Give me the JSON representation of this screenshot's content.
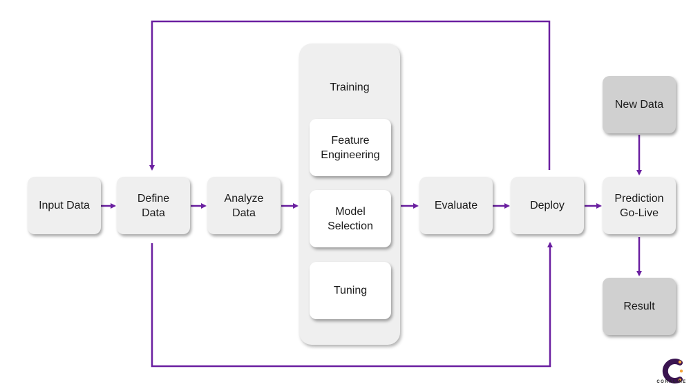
{
  "nodes": {
    "input_data": "Input Data",
    "define_data": "Define\nData",
    "analyze_data": "Analyze\nData",
    "training": "Training",
    "feature_engineering": "Feature\nEngineering",
    "model_selection": "Model\nSelection",
    "tuning": "Tuning",
    "evaluate": "Evaluate",
    "deploy": "Deploy",
    "new_data": "New Data",
    "prediction_go_live": "Prediction\nGo-Live",
    "result": "Result"
  },
  "logo": {
    "text": "CORALINE",
    "icon": "coraline-logo-icon"
  },
  "colors": {
    "arrow": "#6a1fa0",
    "box_light": "#efefef",
    "box_grey": "#d0d0d0",
    "panel": "#efefef"
  }
}
